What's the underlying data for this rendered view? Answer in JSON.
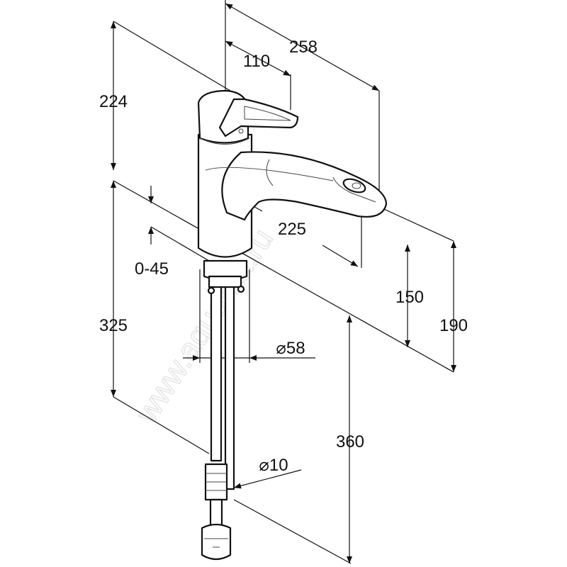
{
  "title": "Faucet dimensional drawing",
  "watermark": "www.aquanta.ru",
  "dimensions": {
    "total_height_above": "224",
    "height_below": "325",
    "thickness_range": "0-45",
    "reach_total": "258",
    "handle_reach": "110",
    "spout_reach": "225",
    "spout_height": "150",
    "spout_height_max": "190",
    "hose_length": "360",
    "base_diameter": "⌀58",
    "pipe_diameter": "⌀10"
  }
}
